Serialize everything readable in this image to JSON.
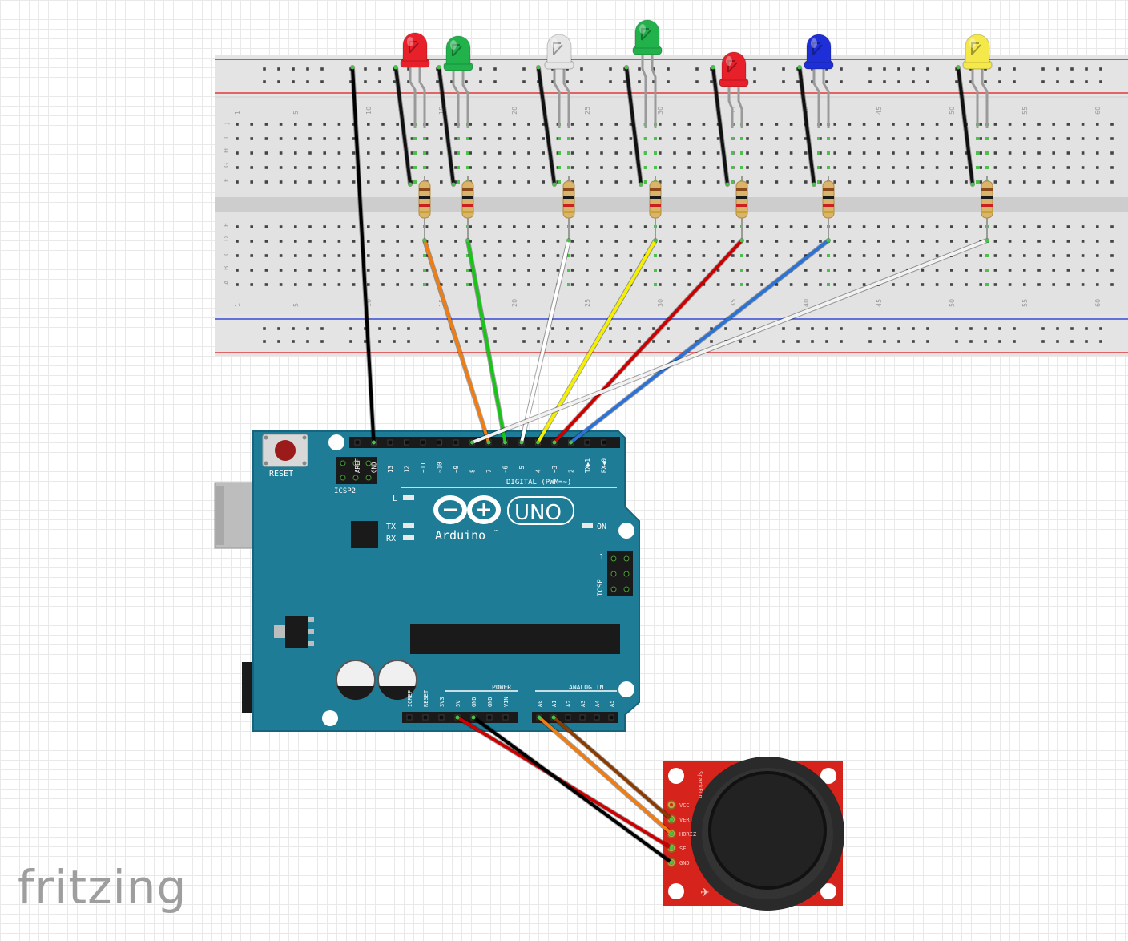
{
  "app": {
    "logo": "fritzing"
  },
  "breadboard": {
    "top_column_numbers": [
      "1",
      "5",
      "10",
      "15",
      "20",
      "25",
      "30",
      "35",
      "40",
      "45",
      "50",
      "55",
      "60"
    ],
    "bottom_column_numbers": [
      "1",
      "5",
      "10",
      "15",
      "20",
      "25",
      "30",
      "35",
      "40",
      "45",
      "50",
      "55",
      "60"
    ],
    "top_row_letters": [
      "J",
      "I",
      "H",
      "G",
      "F"
    ],
    "bottom_row_letters": [
      "E",
      "D",
      "C",
      "B",
      "A"
    ]
  },
  "leds": [
    {
      "color": "red",
      "hex": "#e8202a"
    },
    {
      "color": "green",
      "hex": "#22b24c"
    },
    {
      "color": "white",
      "hex": "#e6e6e6"
    },
    {
      "color": "green",
      "hex": "#22b24c"
    },
    {
      "color": "red",
      "hex": "#e8202a"
    },
    {
      "color": "blue",
      "hex": "#1f2fd8"
    },
    {
      "color": "yellow",
      "hex": "#f4e84a"
    }
  ],
  "wires_to_arduino": [
    {
      "color": "#000000",
      "pin": "GND"
    },
    {
      "color": "#f07c12",
      "pin": "7"
    },
    {
      "color": "#18c418",
      "pin": "6"
    },
    {
      "color": "#ffffff",
      "pin": "5"
    },
    {
      "color": "#f4f000",
      "pin": "4"
    },
    {
      "color": "#cc0000",
      "pin": "3"
    },
    {
      "color": "#2a72d6",
      "pin": "2"
    },
    {
      "color": "#f2f2f2",
      "pin": "8"
    }
  ],
  "arduino": {
    "reset_label": "RESET",
    "icsp2_label": "ICSP2",
    "icsp_label": "ICSP",
    "digital_label": "DIGITAL (PWM=~)",
    "brand": "Arduino",
    "trademark": "™",
    "model": "UNO",
    "led_l": "L",
    "led_tx": "TX",
    "led_rx": "RX",
    "led_on": "ON",
    "icsp_pin1": "1",
    "power_label": "POWER",
    "analog_label": "ANALOG IN",
    "digital_pins": [
      "AREF",
      "GND",
      "13",
      "12",
      "~11",
      "~10",
      "~9",
      "8",
      "7",
      "~6",
      "~5",
      "4",
      "~3",
      "2",
      "TX▶1",
      "RX◀0"
    ],
    "power_pins": [
      "IOREF",
      "RESET",
      "3V3",
      "5V",
      "GND",
      "GND",
      "VIN"
    ],
    "analog_pins": [
      "A0",
      "A1",
      "A2",
      "A3",
      "A4",
      "A5"
    ],
    "colors": {
      "board": "#1f7c96",
      "board_edge": "#17657c",
      "silk": "#ffffff"
    }
  },
  "joystick": {
    "pins": [
      "VCC",
      "VERT",
      "HORIZ",
      "SEL",
      "GND"
    ],
    "side_text": "SparkFun",
    "wires": [
      {
        "from": "A1",
        "to": "VERT",
        "color": "#8b3a00"
      },
      {
        "from": "A0",
        "to": "HORIZ",
        "color": "#f07c12"
      },
      {
        "from": "5V",
        "to": "SEL",
        "color": "#cc0000"
      },
      {
        "from": "GND",
        "to": "GND",
        "color": "#000000"
      }
    ],
    "colors": {
      "board": "#d6241c",
      "cap": "#2a2a2a"
    }
  }
}
